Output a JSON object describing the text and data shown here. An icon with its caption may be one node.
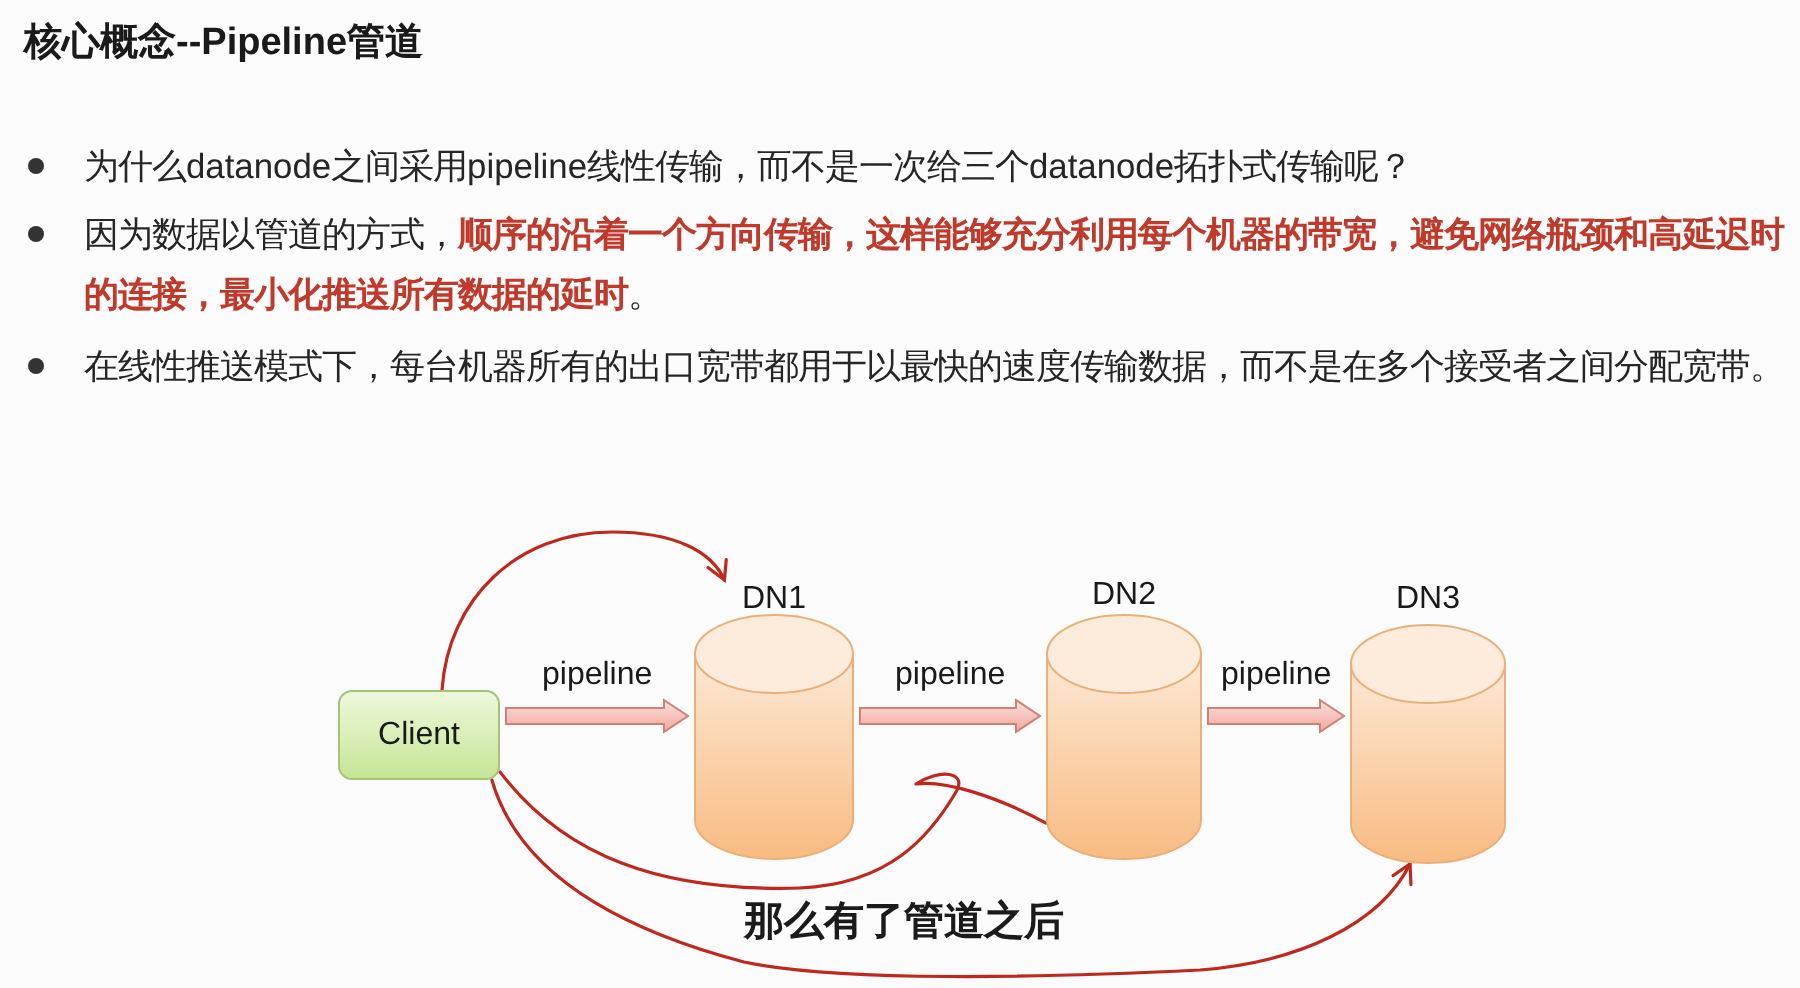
{
  "diagram": {
    "title": "核心概念--Pipeline管道",
    "nodes": [
      {
        "text": [
          "Client"
        ]
      },
      {
        "text": [
          "DN1"
        ]
      },
      {
        "text": [
          "DN2"
        ]
      },
      {
        "text": [
          "DN3"
        ]
      }
    ],
    "edges": [
      {
        "from": 0,
        "to": 1,
        "arrow": "to",
        "label": "pipeline"
      },
      {
        "from": 1,
        "to": 2,
        "arrow": "to",
        "label": "pipeline"
      },
      {
        "from": 2,
        "to": 3,
        "arrow": "to",
        "label": "pipeline"
      },
      {
        "from": 0,
        "to": 1,
        "arrow": "to",
        "color": "#c0281e"
      },
      {
        "from": 0,
        "to": 2,
        "arrow": "none",
        "color": "#c0281e"
      },
      {
        "from": 0,
        "to": 3,
        "arrow": "to",
        "color": "#c0281e"
      }
    ],
    "labels": [
      "为什么datanode之间采用pipeline线性传输，而不是一次给三个datanode拓扑式传输呢？",
      "因为数据以管道的方式，**顺序的沿着一个方向传输，这样能够充分利用每个机器的带宽，避免网络瓶颈和高延迟时的连接，最小化推送所有数据的延时**。",
      "在线性推送模式下，每台机器所有的出口宽带都用于以最快的速度传输数据，而不是在多个接受者之间分配宽带。",
      "那么有了管道之后"
    ]
  }
}
